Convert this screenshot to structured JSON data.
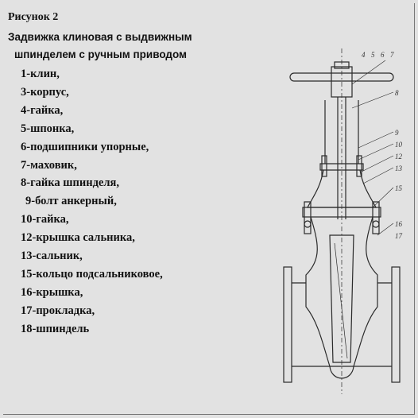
{
  "figure": {
    "title": "Рисунок 2",
    "heading_line1": "Задвижка клиновая с выдвижным",
    "heading_line2": "шпинделем с ручным приводом"
  },
  "legend_items": [
    "1-клин,",
    "3-корпус,",
    "4-гайка,",
    "5-шпонка,",
    "6-подшипники упорные,",
    "7-маховик,",
    "8-гайка шпинделя,",
    "9-болт анкерный,",
    "10-гайка,",
    "12-крышка сальника,",
    "13-сальник,",
    "15-кольцо подсальниковое,",
    "16-крышка,",
    "17-прокладка,",
    "18-шпиндель"
  ],
  "drawing": {
    "top_callouts": [
      "4",
      "5",
      "6",
      "7"
    ],
    "side_callouts": [
      "8",
      "9",
      "10",
      "12",
      "13",
      "15",
      "16",
      "17"
    ],
    "ink_color": "#2a2a2a"
  }
}
